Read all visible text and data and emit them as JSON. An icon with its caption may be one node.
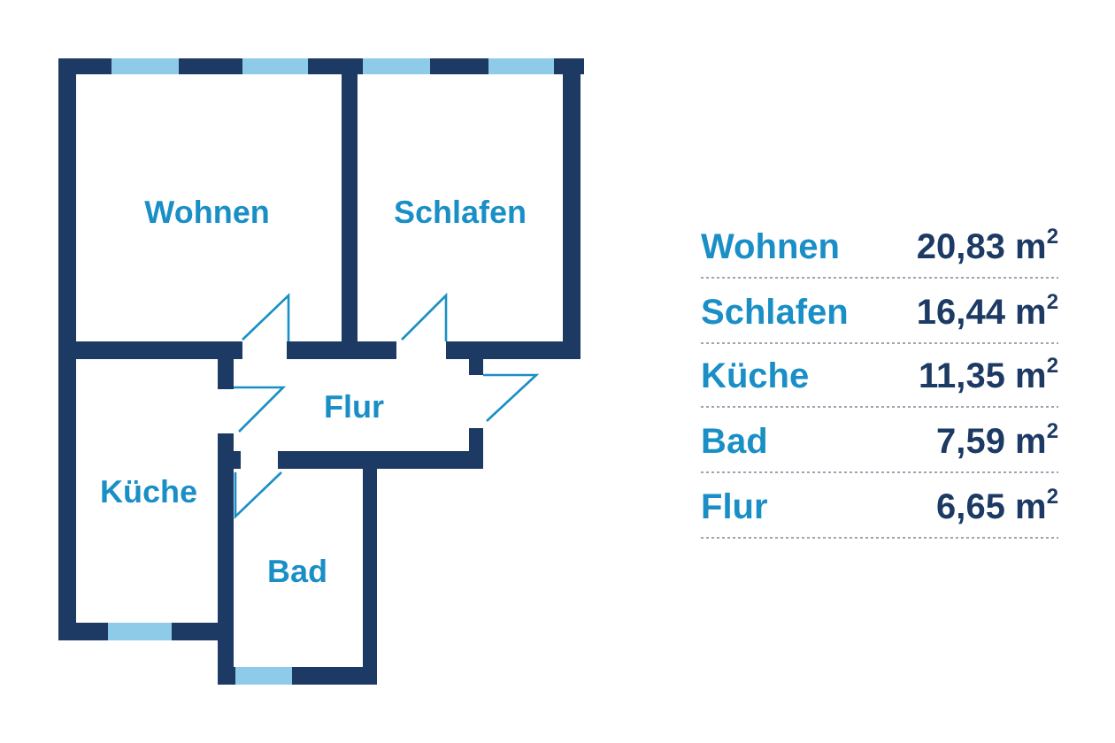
{
  "diagram": {
    "labels": [
      "Wohnen",
      "Schlafen",
      "Flur",
      "Küche",
      "Bad",
      "Wohnen",
      "20,83 m$^{2}$",
      "Schlafen",
      "16,44 m$^{2}$",
      "Küche",
      "11,35 m$^{2}$",
      "Bad",
      "7,59 m$^{2}$",
      "Flur",
      "6,65 m$^{2}$"
    ]
  }
}
